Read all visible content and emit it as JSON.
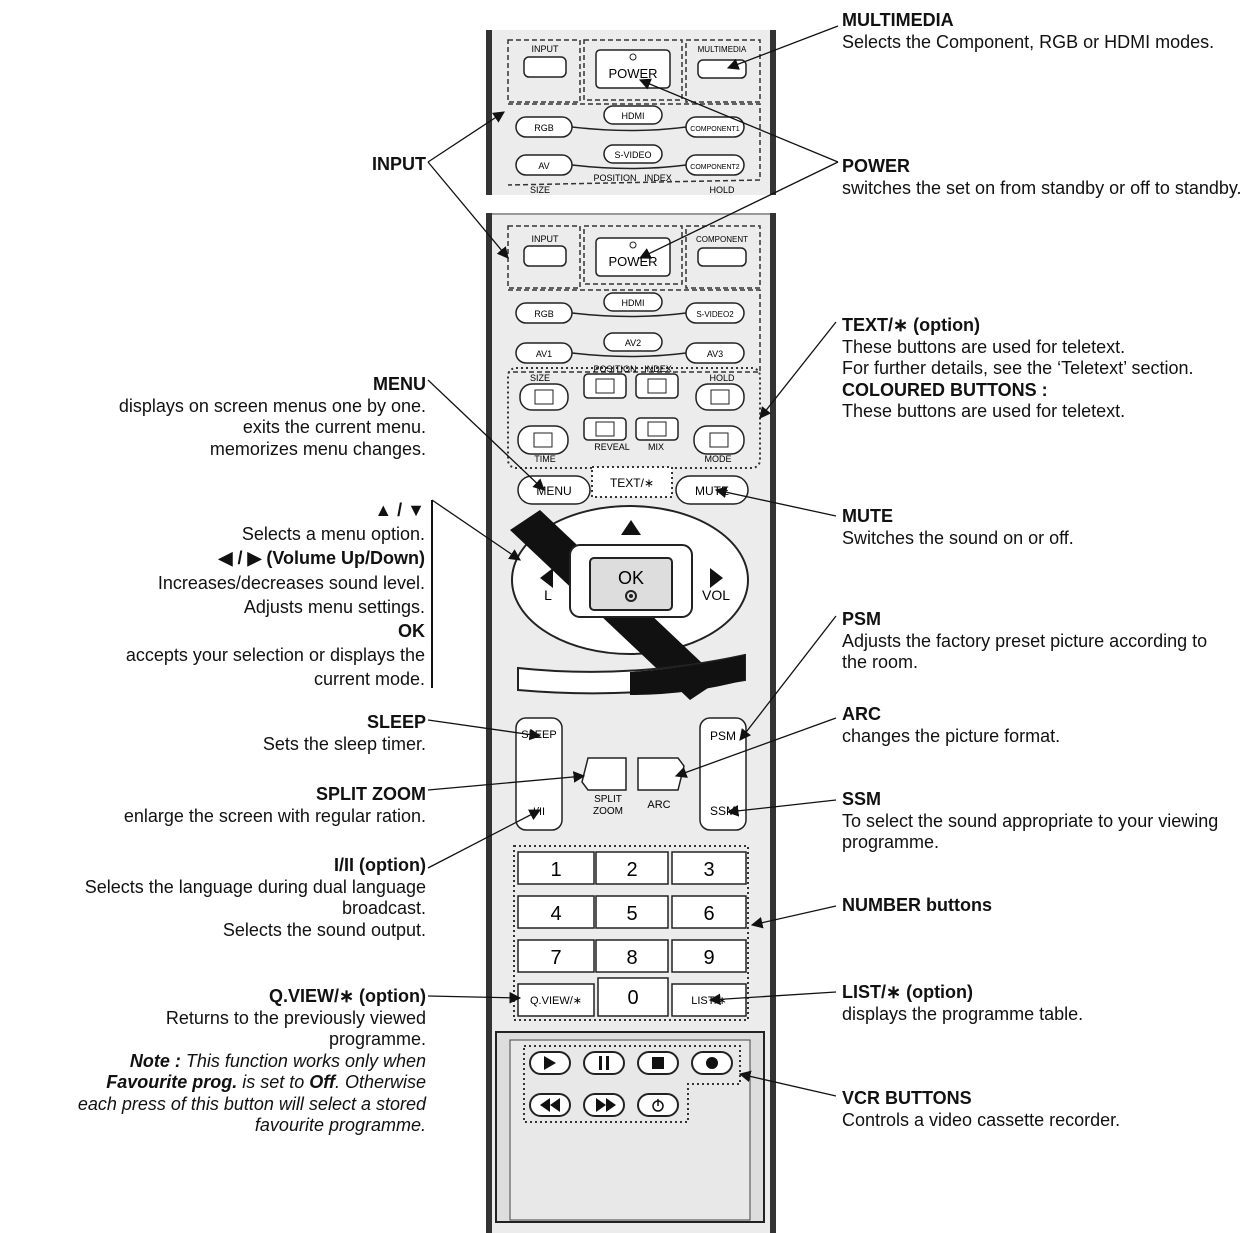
{
  "remote": {
    "top": {
      "input": "INPUT",
      "power": "POWER",
      "multimedia": "MULTIMEDIA",
      "rgb": "RGB",
      "hdmi": "HDMI",
      "component1": "COMPONENT1",
      "av": "AV",
      "svideo": "S-VIDEO",
      "component2": "COMPONENT2",
      "size": "SIZE",
      "position": "POSITION",
      "index": "INDEX",
      "hold": "HOLD"
    },
    "main": {
      "input": "INPUT",
      "power": "POWER",
      "component": "COMPONENT",
      "rgb": "RGB",
      "hdmi": "HDMI",
      "svideo2": "S-VIDEO2",
      "av1": "AV1",
      "av2": "AV2",
      "av3": "AV3",
      "size": "SIZE",
      "position": "POSITION",
      "index": "INDEX",
      "hold": "HOLD",
      "time": "TIME",
      "reveal": "REVEAL",
      "mix": "MIX",
      "mode": "MODE",
      "menu": "MENU",
      "text": "TEXT/∗",
      "mute": "MUTE",
      "ok": "OK",
      "vol_left": "L",
      "vol_right": "VOL",
      "sleep": "SLEEP",
      "i_ii": "I/II",
      "psm": "PSM",
      "ssm": "SSM",
      "split_zoom_1": "SPLIT",
      "split_zoom_2": "ZOOM",
      "arc": "ARC",
      "numbers": [
        "1",
        "2",
        "3",
        "4",
        "5",
        "6",
        "7",
        "8",
        "9"
      ],
      "qview": "Q.VIEW/∗",
      "zero": "0",
      "list": "LIST/∗"
    }
  },
  "labels": {
    "multimedia": {
      "title": "MULTIMEDIA",
      "desc": "Selects the Component, RGB or HDMI modes."
    },
    "input": {
      "title": "INPUT"
    },
    "power": {
      "title": "POWER",
      "desc": "switches the set on from standby or off to standby."
    },
    "text": {
      "title": "TEXT/∗ (option)",
      "desc1": "These buttons are used for teletext.",
      "desc2": "For further details, see the ‘Teletext’ section.",
      "title2": "COLOURED BUTTONS :",
      "desc3": "These buttons are used for teletext."
    },
    "menu": {
      "title": "MENU",
      "l1": "displays on screen menus one by one.",
      "l2": "exits the current menu.",
      "l3": "memorizes menu changes."
    },
    "nav": {
      "t1": "▲ / ▼",
      "d1": "Selects a menu option.",
      "t2": "◀ / ▶ (Volume Up/Down)",
      "d2": "Increases/decreases sound level.",
      "d3": "Adjusts menu settings.",
      "t3": "OK",
      "d4": "accepts your selection or displays the",
      "d5": "current mode."
    },
    "mute": {
      "title": "MUTE",
      "desc": "Switches the sound on or off."
    },
    "psm": {
      "title": "PSM",
      "desc": "Adjusts the factory preset picture according to the room."
    },
    "arc": {
      "title": "ARC",
      "desc": "changes the picture format."
    },
    "sleep": {
      "title": "SLEEP",
      "desc": "Sets the sleep timer."
    },
    "split_zoom": {
      "title": "SPLIT ZOOM",
      "desc": "enlarge the screen with regular ration."
    },
    "ssm": {
      "title": "SSM",
      "desc": "To select the sound appropriate to your viewing programme."
    },
    "i_ii": {
      "title": "I/II (option)",
      "l1": "Selects the language during dual language",
      "l2": "broadcast.",
      "l3": "Selects the sound output."
    },
    "number": {
      "title": "NUMBER buttons"
    },
    "qview": {
      "title": "Q.VIEW/∗ (option)",
      "l1": "Returns to the previously viewed",
      "l2": "programme.",
      "note": "Note :",
      "l3": " This function works only when",
      "fav": "Favourite prog.",
      "l4a": " is set to ",
      "off": "Off",
      "l4b": ". Otherwise",
      "l5": "each press of this button will select a stored",
      "l6": "favourite programme."
    },
    "list": {
      "title": "LIST/∗ (option)",
      "desc": "displays the programme table."
    },
    "vcr": {
      "title": "VCR BUTTONS",
      "desc": "Controls a video cassette recorder."
    }
  }
}
